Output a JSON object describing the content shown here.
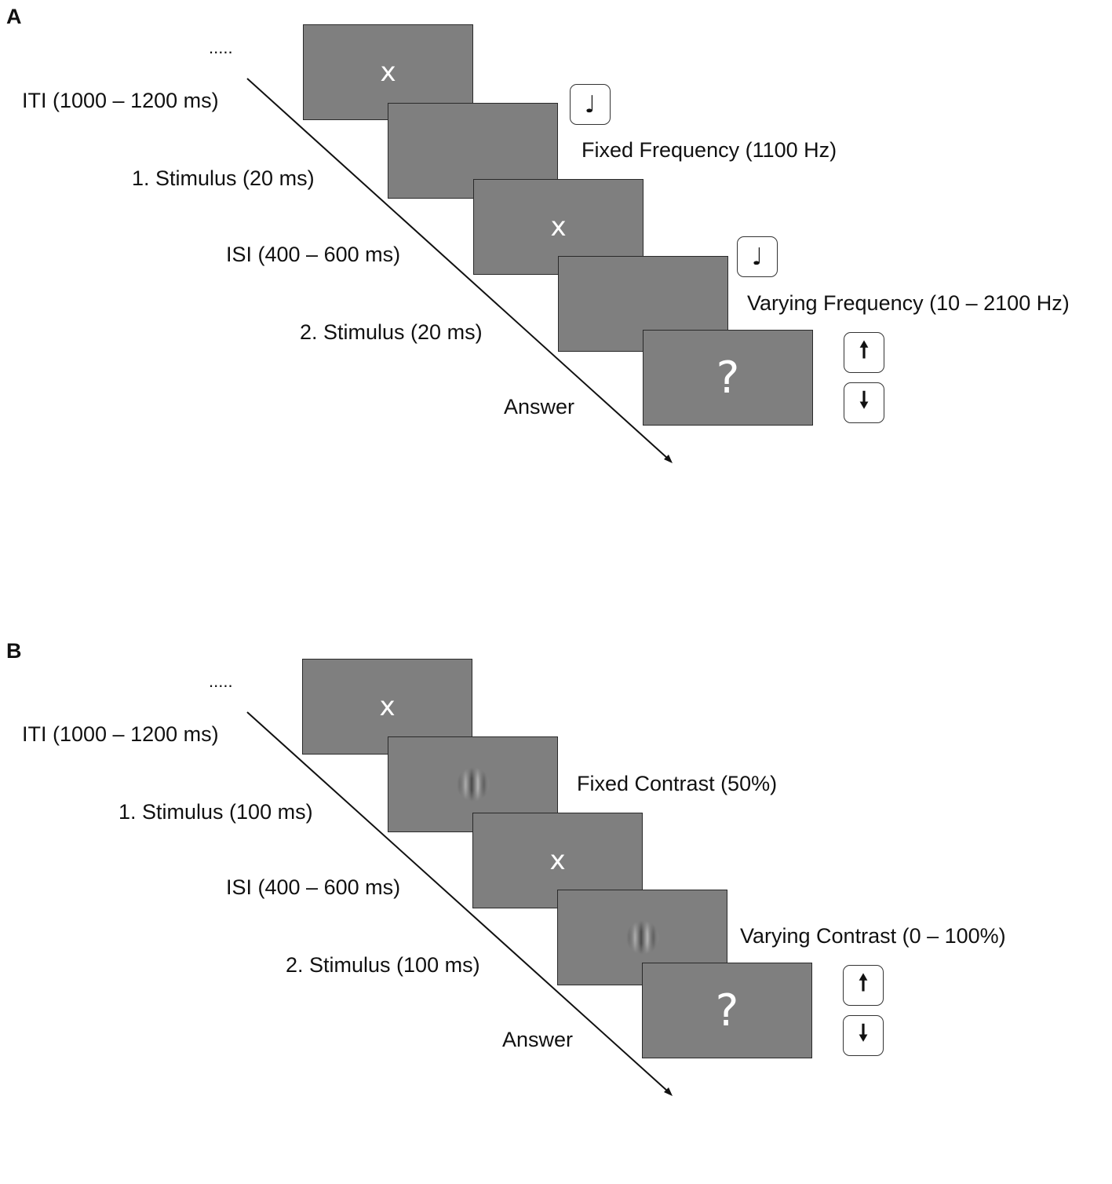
{
  "panel_a": {
    "letter": "A",
    "ellipsis": ".....",
    "steps": {
      "iti": "ITI (1000 – 1200 ms)",
      "stim1": "1. Stimulus (20 ms)",
      "isi": "ISI (400 – 600 ms)",
      "stim2": "2. Stimulus (20 ms)",
      "answer": "Answer"
    },
    "screens": {
      "fixation_1": "x",
      "fixation_2": "x",
      "question": "?"
    },
    "annotations": {
      "stim1": "Fixed Frequency (1100 Hz)",
      "stim2": "Varying Frequency (10 – 2100 Hz)"
    },
    "icons": {
      "tone": "music-note-icon",
      "up": "arrow-up-icon",
      "down": "arrow-down-icon"
    }
  },
  "panel_b": {
    "letter": "B",
    "ellipsis": ".....",
    "steps": {
      "iti": "ITI (1000 – 1200 ms)",
      "stim1": "1. Stimulus (100 ms)",
      "isi": "ISI (400 – 600 ms)",
      "stim2": "2. Stimulus (100 ms)",
      "answer": "Answer"
    },
    "screens": {
      "fixation_1": "x",
      "fixation_2": "x",
      "question": "?"
    },
    "annotations": {
      "stim1": "Fixed Contrast (50%)",
      "stim2": "Varying Contrast (0 – 100%)"
    },
    "icons": {
      "gabor": "gabor-patch-icon",
      "up": "arrow-up-icon",
      "down": "arrow-down-icon"
    }
  },
  "colors": {
    "screen_gray": "#7f7f7f",
    "screen_text": "#ffffff",
    "ink": "#111111"
  }
}
